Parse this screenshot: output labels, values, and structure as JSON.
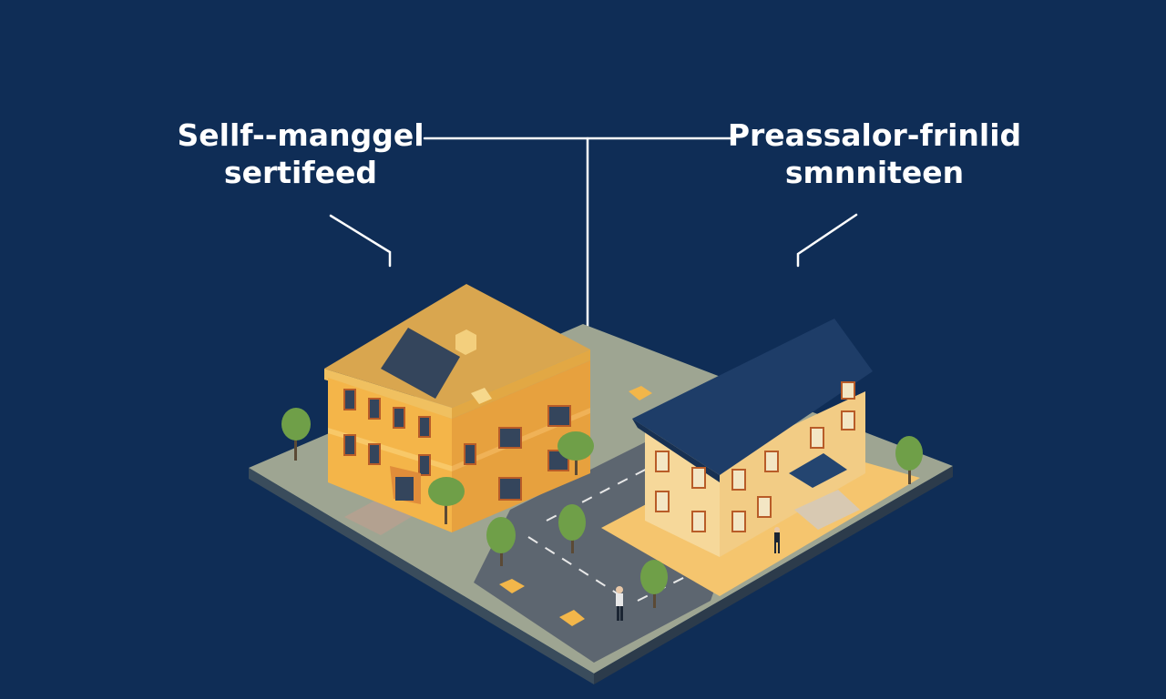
{
  "labels": {
    "left": {
      "line1": "Sellf--manggel",
      "line2": "sertifeed"
    },
    "right": {
      "line1": "Preassalor-frinlid",
      "line2": "smnniteen"
    }
  },
  "colors": {
    "background": "#0f2d56",
    "connector": "#ffffff",
    "building_left_roof": "#d9a64f",
    "building_left_wall": "#f4b549",
    "building_right_roof": "#1e3d68",
    "building_right_wall": "#f6d89a",
    "ground": "#9ea592",
    "road": "#5d6670",
    "plaza": "#f5c56e",
    "tree": "#6f9f48"
  },
  "icons": [
    "solar-panel-icon",
    "tree-icon",
    "person-icon",
    "bench-icon"
  ]
}
